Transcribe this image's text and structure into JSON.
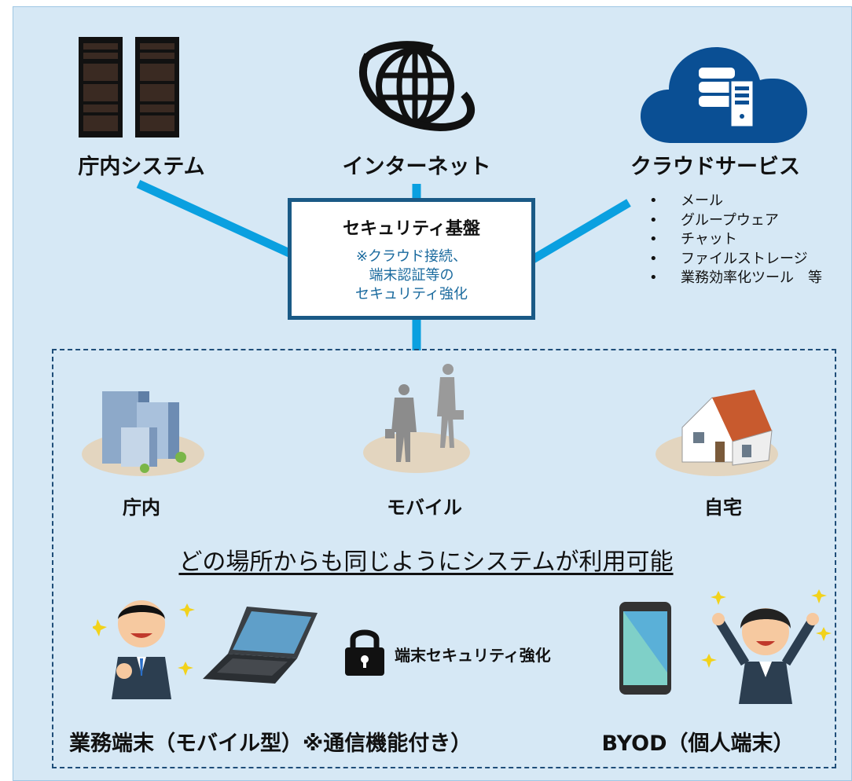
{
  "top_nodes": {
    "internal_system": "庁内システム",
    "internet": "インターネット",
    "cloud_services": "クラウドサービス"
  },
  "cloud_service_items": [
    "メール",
    "グループウェア",
    "チャット",
    "ファイルストレージ",
    "業務効率化ツール　等"
  ],
  "security_platform": {
    "title": "セキュリティ基盤",
    "note_lines": [
      "※クラウド接続、",
      "端末認証等の",
      "セキュリティ強化"
    ]
  },
  "locations": {
    "office": "庁内",
    "mobile": "モバイル",
    "home": "自宅"
  },
  "headline": "どの場所からも同じようにシステムが利用可能",
  "device_security": "端末セキュリティ強化",
  "devices": {
    "work_terminal": "業務端末（モバイル型）※通信機能付き）",
    "byod": "BYOD（個人端末）"
  },
  "colors": {
    "panel_bg": "#d6e8f5",
    "connector": "#0aa0e0",
    "box_border": "#1a5a86",
    "note_text": "#1a6a9e",
    "dash_border": "#1f4e79",
    "cloud": "#0a4f94"
  }
}
